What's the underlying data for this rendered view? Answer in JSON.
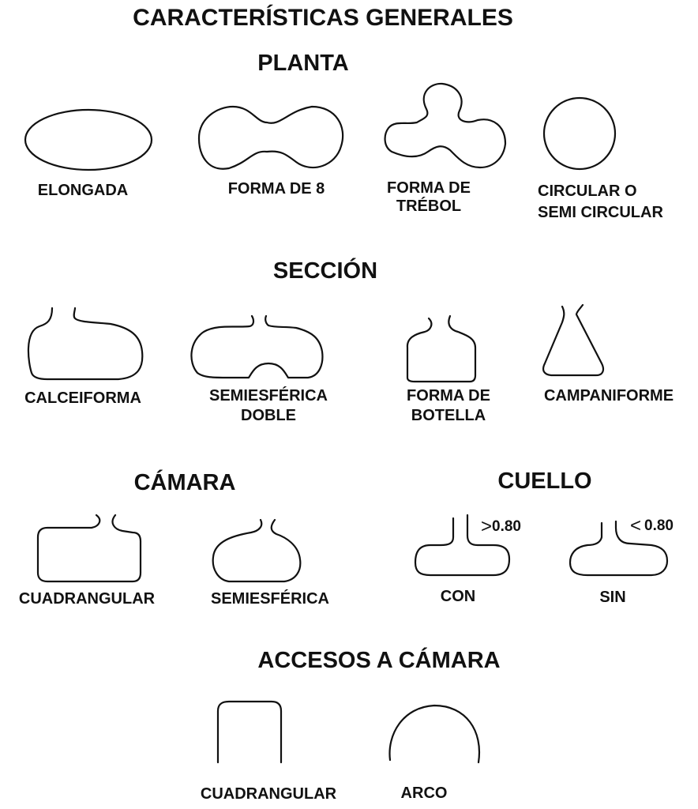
{
  "title": "CARACTERÍSTICAS GENERALES",
  "sections": {
    "planta": {
      "heading": "PLANTA",
      "items": [
        {
          "label": "ELONGADA",
          "shape": "ellipse"
        },
        {
          "label": "FORMA DE 8",
          "shape": "figure-eight"
        },
        {
          "label_lines": [
            "FORMA DE",
            "TRÉBOL"
          ],
          "shape": "trefoil"
        },
        {
          "label_lines": [
            "CIRCULAR O",
            "SEMI CIRCULAR"
          ],
          "shape": "circle"
        }
      ]
    },
    "seccion": {
      "heading": "SECCIÓN",
      "items": [
        {
          "label": "CALCEIFORMA",
          "shape": "boot"
        },
        {
          "label_lines": [
            "SEMIESFÉRICA",
            "DOBLE"
          ],
          "shape": "double-hemisphere"
        },
        {
          "label_lines": [
            "FORMA DE",
            "BOTELLA"
          ],
          "shape": "bottle"
        },
        {
          "label": "CAMPANIFORME",
          "shape": "bell"
        }
      ]
    },
    "camara": {
      "heading": "CÁMARA",
      "items": [
        {
          "label": "CUADRANGULAR",
          "shape": "rectangular-chamber"
        },
        {
          "label": "SEMIESFÉRICA",
          "shape": "hemispherical-chamber"
        }
      ]
    },
    "cuello": {
      "heading": "CUELLO",
      "items": [
        {
          "label": "CON",
          "annotation": "0.80",
          "comparator": ">",
          "shape": "with-neck"
        },
        {
          "label": "SIN",
          "annotation": "0.80",
          "comparator": "<",
          "shape": "without-neck"
        }
      ]
    },
    "accesos": {
      "heading": "ACCESOS A CÁMARA",
      "items": [
        {
          "label": "CUADRANGULAR",
          "shape": "square-access"
        },
        {
          "label": "ARCO",
          "shape": "arch"
        }
      ]
    }
  }
}
